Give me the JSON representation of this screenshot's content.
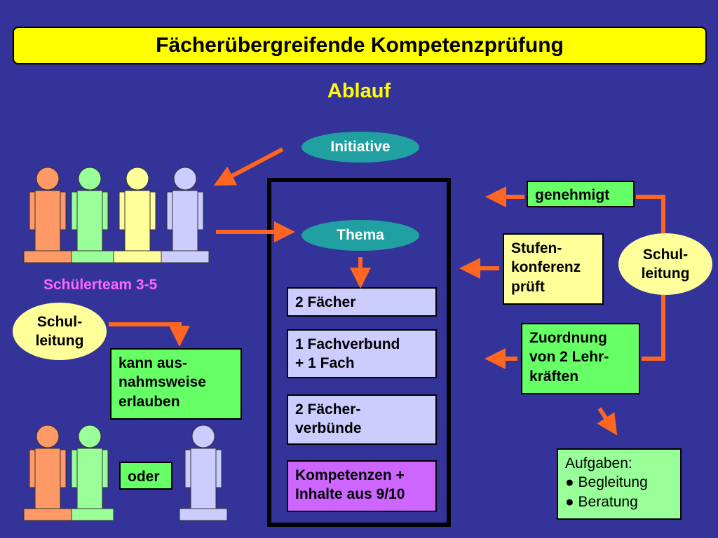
{
  "title": "Fächerübergreifende Kompetenzprüfung",
  "subtitle": "Ablauf",
  "ovals": {
    "initiative": "Initiative",
    "thema": "Thema"
  },
  "team_label": "Schülerteam 3-5",
  "schulleitung_left": [
    "Schul-",
    "leitung"
  ],
  "schulleitung_right": [
    "Schul-",
    "leitung"
  ],
  "ausnahme_box": [
    "kann aus-",
    "nahmsweise",
    "erlauben"
  ],
  "oder": "oder",
  "options": [
    [
      "2 Fächer"
    ],
    [
      "1 Fachverbund",
      "+ 1 Fach"
    ],
    [
      "2 Fächer-",
      "verbünde"
    ]
  ],
  "kompetenzen": [
    "Kompetenzen +",
    "Inhalte aus 9/10"
  ],
  "genehmigt": "genehmigt",
  "stufenkonferenz": [
    "Stufen-",
    "konferenz",
    "prüft"
  ],
  "zuordnung": [
    "Zuordnung",
    "von 2 Lehr-",
    "kräften"
  ],
  "aufgaben": {
    "heading": "Aufgaben:",
    "items": [
      "Begleitung",
      "Beratung"
    ]
  },
  "colors": {
    "background": "#333399",
    "title_bar": "#ffff00",
    "arrow": "#ff6622",
    "oval": "#20a0a0",
    "person_colors": [
      "#ff9966",
      "#99ff99",
      "#ffff99",
      "#ccccff"
    ]
  }
}
